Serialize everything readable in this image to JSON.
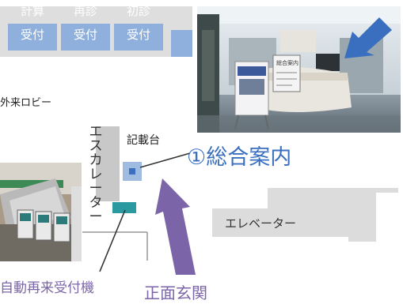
{
  "counters": [
    {
      "line1": "計算",
      "line2": "受付"
    },
    {
      "line1": "再診",
      "line2": "受付"
    },
    {
      "line1": "初診",
      "line2": "受付"
    }
  ],
  "labels": {
    "lobby": "外来ロビー",
    "kisaidai": "記載台",
    "escalator": [
      "エ",
      "ス",
      "カ",
      "レ",
      "ー",
      "タ",
      "ー"
    ],
    "elevator": "エレベーター",
    "info_desk": "①総合案内",
    "auto_machine": "自動再来受付機",
    "main_entrance": "正面玄関"
  },
  "photo_signs": {
    "sign_title": "総合案内"
  },
  "colors": {
    "counter": "#8fb0dc",
    "band": "#dedede",
    "accent_blue": "#3a6fc0",
    "entrance_purple": "#7b65a8",
    "machine_teal": "#2a9aa0",
    "desk_blue": "#9fbbe0",
    "escalator_gray": "#c8c8c8"
  }
}
